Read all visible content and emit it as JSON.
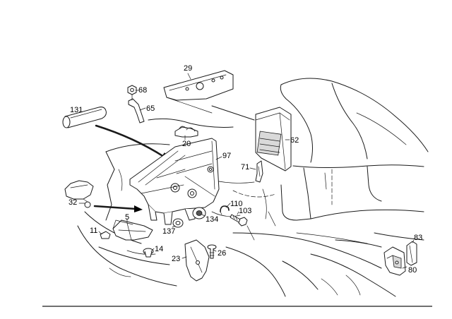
{
  "callouts": [
    {
      "id": "29",
      "text": "29"
    },
    {
      "id": "68",
      "text": "68"
    },
    {
      "id": "65",
      "text": "65"
    },
    {
      "id": "131",
      "text": "131"
    },
    {
      "id": "20",
      "text": "20"
    },
    {
      "id": "97",
      "text": "97"
    },
    {
      "id": "62",
      "text": "62"
    },
    {
      "id": "71",
      "text": "71"
    },
    {
      "id": "32",
      "text": "32"
    },
    {
      "id": "110",
      "text": "110"
    },
    {
      "id": "103",
      "text": "103"
    },
    {
      "id": "5",
      "text": "5"
    },
    {
      "id": "134",
      "text": "134"
    },
    {
      "id": "11",
      "text": "11"
    },
    {
      "id": "137",
      "text": "137"
    },
    {
      "id": "14",
      "text": "14"
    },
    {
      "id": "26",
      "text": "26"
    },
    {
      "id": "23",
      "text": "23"
    },
    {
      "id": "83",
      "text": "83"
    },
    {
      "id": "80",
      "text": "80"
    }
  ],
  "colors": {
    "line": "#1a1a1a",
    "background": "#ffffff",
    "shade": "#d9d9d9"
  }
}
